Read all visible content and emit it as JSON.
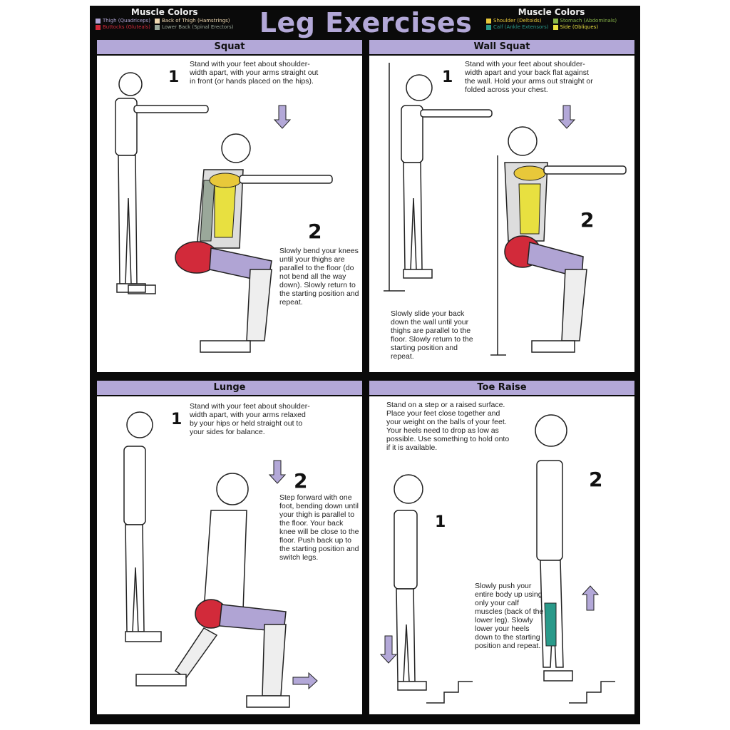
{
  "title": "Leg Exercises",
  "legend_left": {
    "heading": "Muscle Colors",
    "items": [
      {
        "label": "Thigh (Quadriceps)",
        "color": "#b0a4d4"
      },
      {
        "label": "Back of Thigh (Hamstrings)",
        "color": "#f0d8b0"
      },
      {
        "label": "Buttocks (Gluteals)",
        "color": "#d22a3a"
      },
      {
        "label": "Lower Back (Spinal Erectors)",
        "color": "#9aa89a"
      }
    ]
  },
  "legend_right": {
    "heading": "Muscle Colors",
    "items": [
      {
        "label": "Shoulder (Deltoids)",
        "color": "#e8c83a"
      },
      {
        "label": "Stomach (Abdominals)",
        "color": "#8ab84a"
      },
      {
        "label": "Calf (Ankle Extensors)",
        "color": "#2a9a8a"
      },
      {
        "label": "Side (Obliques)",
        "color": "#e8e040"
      }
    ]
  },
  "panels": [
    {
      "title": "Squat",
      "step1_num": "1",
      "step2_num": "2",
      "step1_text": "Stand with your feet about shoulder-width apart, with your arms straight out in front (or hands placed on the hips).",
      "step2_text": "Slowly bend your knees until your thighs are parallel to the floor (do not bend all the way down). Slowly return to the starting position and repeat."
    },
    {
      "title": "Wall Squat",
      "step1_num": "1",
      "step2_num": "2",
      "step1_text": "Stand with your feet about shoulder-width apart and your back flat against the wall. Hold your arms out straight or folded across your chest.",
      "step2_text": "Slowly slide your back down the wall until your thighs are parallel to the floor. Slowly return to the starting position and repeat."
    },
    {
      "title": "Lunge",
      "step1_num": "1",
      "step2_num": "2",
      "step1_text": "Stand with your feet about shoulder-width apart, with your arms relaxed by your hips or held straight out to your sides for balance.",
      "step2_text": "Step forward with one foot, bending down until your thigh is parallel to the floor. Your back knee will be close to the floor. Push back up to the starting position and switch legs."
    },
    {
      "title": "Toe Raise",
      "step1_num": "1",
      "step2_num": "2",
      "step1_text": "Stand on a step or a raised surface. Place your feet close together and your weight on the balls of your feet. Your heels need to drop as low as possible. Use something to hold onto if it is available.",
      "step2_text": "Slowly push your entire body up using only your calf muscles (back of the lower leg). Slowly lower your heels down to the starting position and repeat."
    }
  ],
  "colors": {
    "header_bar": "#b3a8d8",
    "arrow": "#b3a8d8",
    "frame": "#0a0a0a"
  }
}
